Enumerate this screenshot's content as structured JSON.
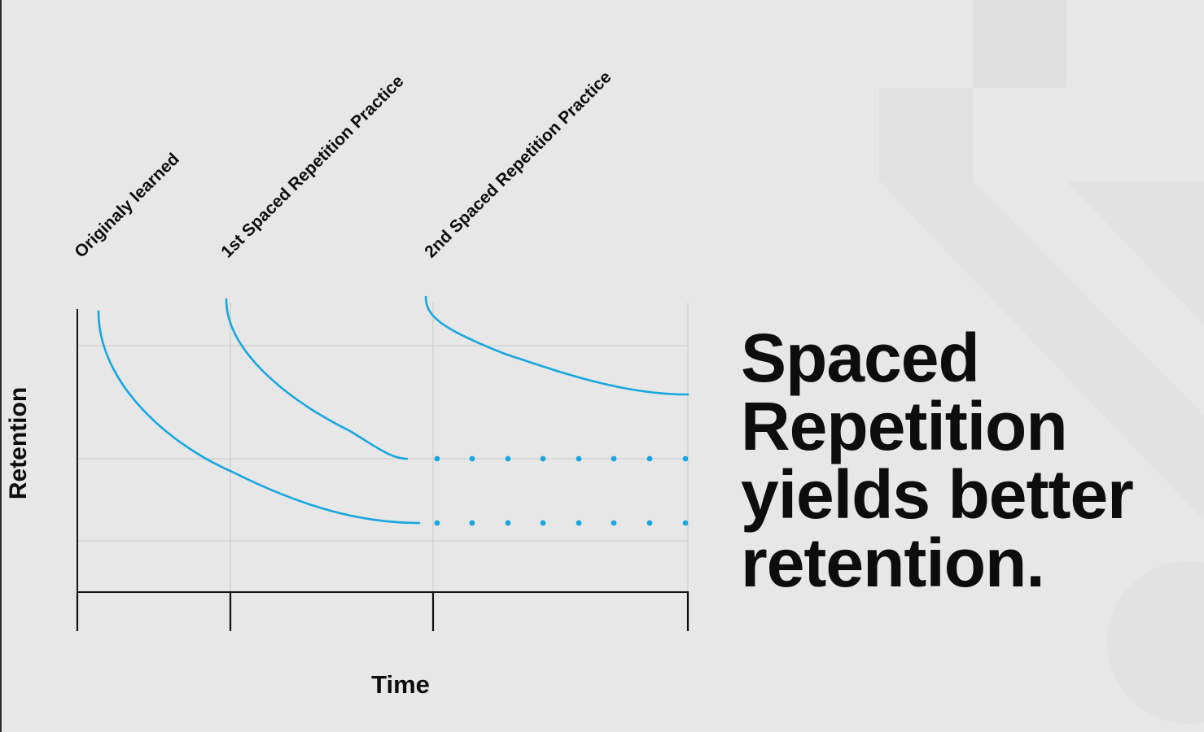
{
  "colors": {
    "background": "#e7e7e7",
    "curve": "#17a7e0",
    "axis": "#111111",
    "grid": "#cfcfcf",
    "text": "#0d0d0d",
    "decor": "#dddddd"
  },
  "diagram": {
    "events": [
      "Originaly learned",
      "1st Spaced Repetition Practice",
      "2nd Spaced Repetition Practice"
    ],
    "y_axis_label": "Retention",
    "x_axis_label": "Time",
    "gridlines": "on"
  },
  "headline": {
    "lines": [
      "Spaced",
      "Repetition",
      "yields better",
      "retention."
    ]
  }
}
